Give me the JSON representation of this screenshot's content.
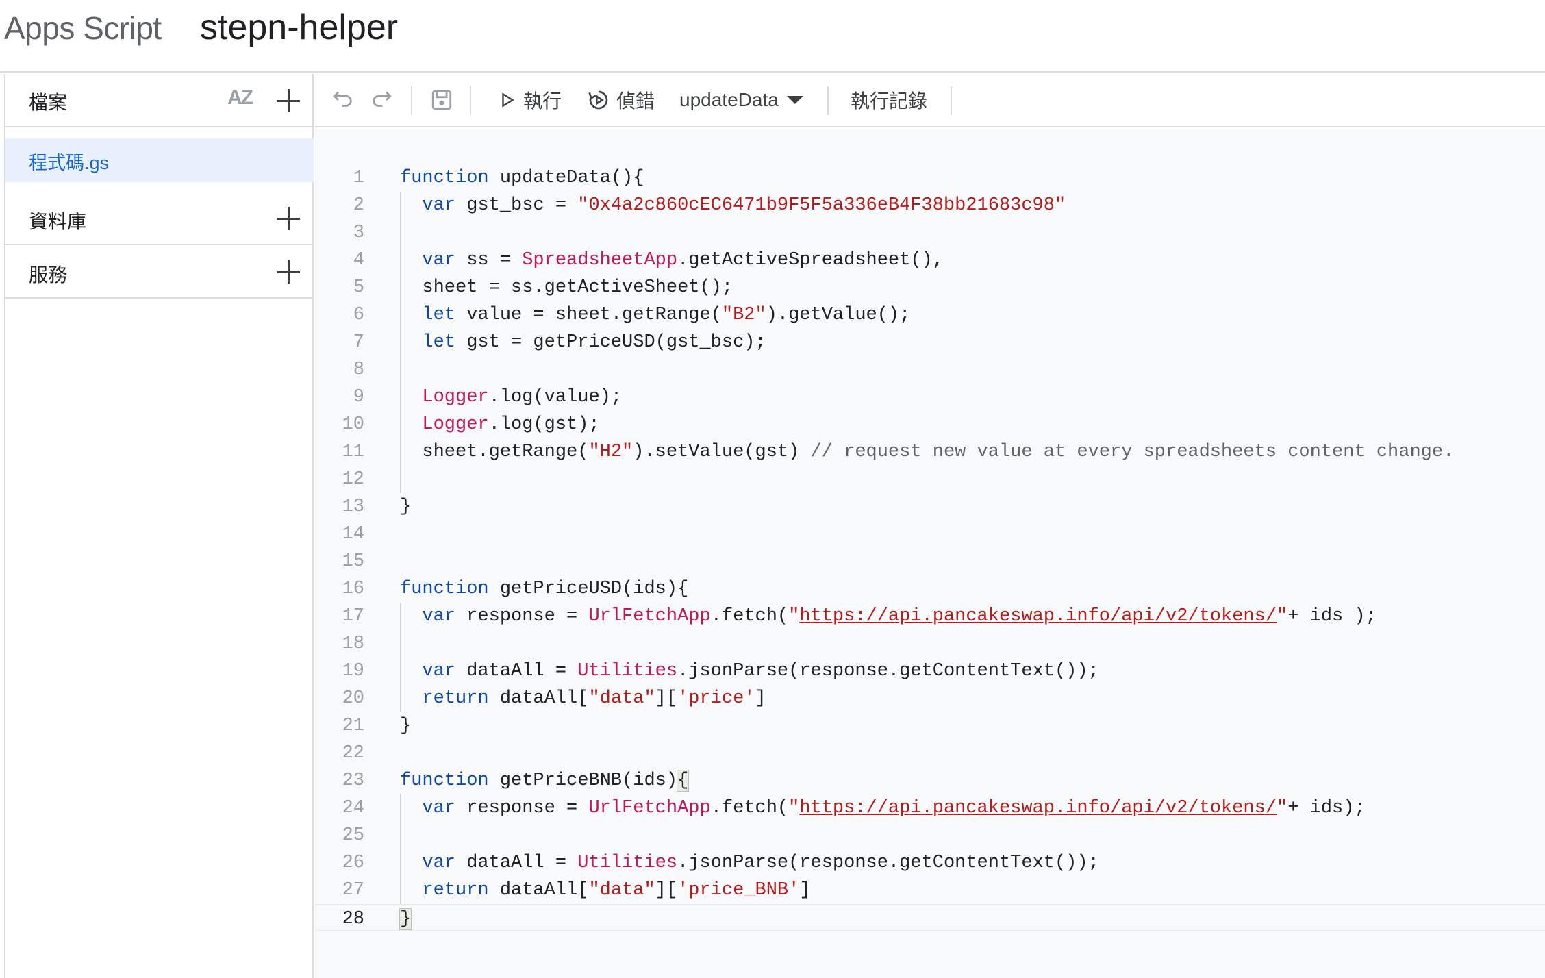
{
  "header": {
    "app_name": "Apps Script",
    "project_name": "stepn-helper"
  },
  "sidebar": {
    "files_title": "檔案",
    "sort_icon": "AZ",
    "files": [
      {
        "name": "程式碼.gs",
        "selected": true
      }
    ],
    "libraries_title": "資料庫",
    "services_title": "服務"
  },
  "toolbar": {
    "run_label": "執行",
    "debug_label": "偵錯",
    "function_select": "updateData",
    "execution_log_label": "執行記錄"
  },
  "editor": {
    "active_line": 28,
    "lines": [
      "function updateData(){",
      "  var gst_bsc = \"0x4a2c860cEC6471b9F5F5a336eB4F38bb21683c98\"",
      "",
      "  var ss = SpreadsheetApp.getActiveSpreadsheet(),",
      "  sheet = ss.getActiveSheet();",
      "  let value = sheet.getRange(\"B2\").getValue();",
      "  let gst = getPriceUSD(gst_bsc);",
      "",
      "  Logger.log(value);",
      "  Logger.log(gst);",
      "  sheet.getRange(\"H2\").setValue(gst) // request new value at every spreadsheets content change.",
      "",
      "}",
      "",
      "",
      "function getPriceUSD(ids){",
      "  var response = UrlFetchApp.fetch(\"https://api.pancakeswap.info/api/v2/tokens/\"+ ids );",
      "",
      "  var dataAll = Utilities.jsonParse(response.getContentText());",
      "  return dataAll[\"data\"]['price']",
      "}",
      "",
      "function getPriceBNB(ids){",
      "  var response = UrlFetchApp.fetch(\"https://api.pancakeswap.info/api/v2/tokens/\"+ ids);",
      "",
      "  var dataAll = Utilities.jsonParse(response.getContentText());",
      "  return dataAll[\"data\"]['price_BNB']",
      "}"
    ]
  },
  "colors": {
    "keyword": "#0d47a1",
    "class": "#c2185b",
    "string": "#b71c1c",
    "comment": "#5f6368",
    "selected_file": "#1967d2",
    "selected_file_bg": "#e8f0fe"
  }
}
